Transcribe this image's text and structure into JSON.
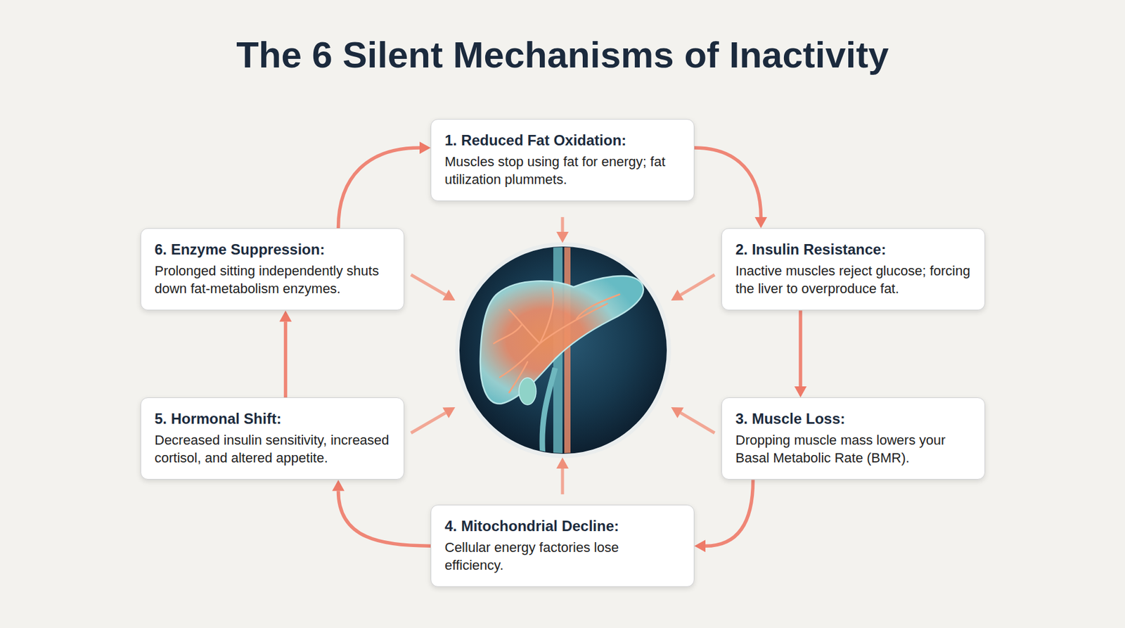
{
  "diagram": {
    "title": "The 6 Silent Mechanisms of Inactivity",
    "nodes": [
      {
        "text": [
          "1. Reduced Fat Oxidation:",
          "Muscles stop using fat for energy; fat utilization plummets."
        ]
      },
      {
        "text": [
          "2. Insulin Resistance:",
          "Inactive muscles reject glucose; forcing the liver to overproduce fat."
        ]
      },
      {
        "text": [
          "3. Muscle Loss:",
          "Dropping muscle mass lowers your Basal Metabolic Rate (BMR)."
        ]
      },
      {
        "text": [
          "4. Mitochondrial Decline:",
          "Cellular energy factories lose efficiency."
        ]
      },
      {
        "text": [
          "5. Hormonal Shift:",
          "Decreased insulin sensitivity, increased cortisol, and altered appetite."
        ]
      },
      {
        "text": [
          "6. Enzyme Suppression:",
          "Prolonged sitting independently shuts down fat-metabolism enzymes."
        ]
      }
    ],
    "edges": [
      {
        "from": 0,
        "to": 1,
        "arrow": "to"
      },
      {
        "from": 1,
        "to": 2,
        "arrow": "to"
      },
      {
        "from": 2,
        "to": 3,
        "arrow": "to"
      },
      {
        "from": 3,
        "to": 4,
        "arrow": "to"
      },
      {
        "from": 4,
        "to": 5,
        "arrow": "to"
      },
      {
        "from": 5,
        "to": 0,
        "arrow": "to"
      }
    ]
  }
}
